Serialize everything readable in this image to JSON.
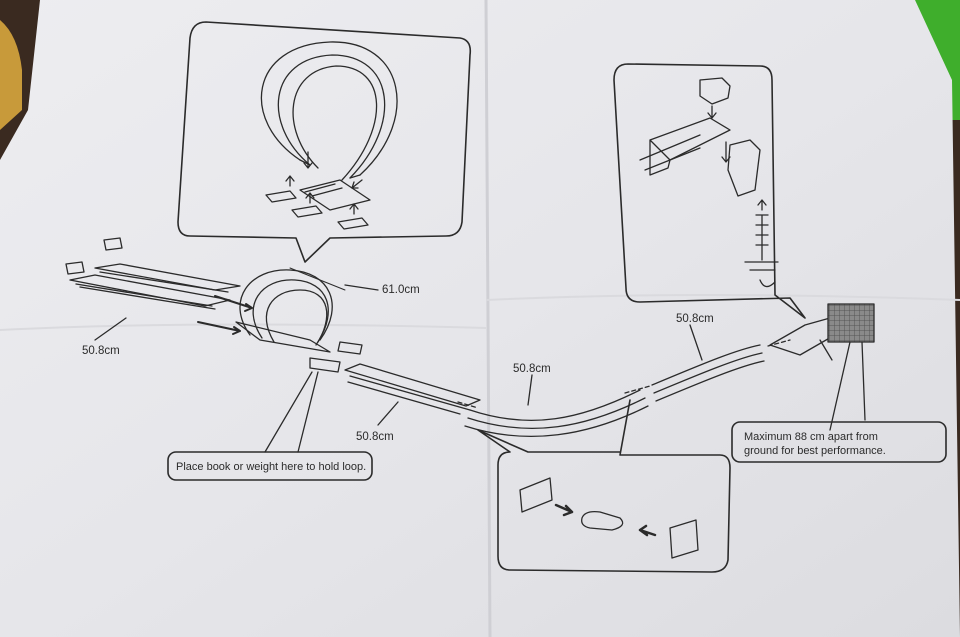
{
  "labels": {
    "loop_height": "61.0cm",
    "straight_left": "50.8cm",
    "straight_mid": "50.8cm",
    "curve_mid": "50.8cm",
    "straight_right": "50.8cm"
  },
  "callouts": {
    "weight": "Place book or weight here to hold loop.",
    "distance_line1": "Maximum 88 cm apart from",
    "distance_line2": "ground for best performance."
  },
  "colors": {
    "paper": "#e9e9ec",
    "paper_shadow": "#d6d6da",
    "ink": "#2b2b2b",
    "background_left": "#3a2a20",
    "background_right": "#3fae2c"
  }
}
